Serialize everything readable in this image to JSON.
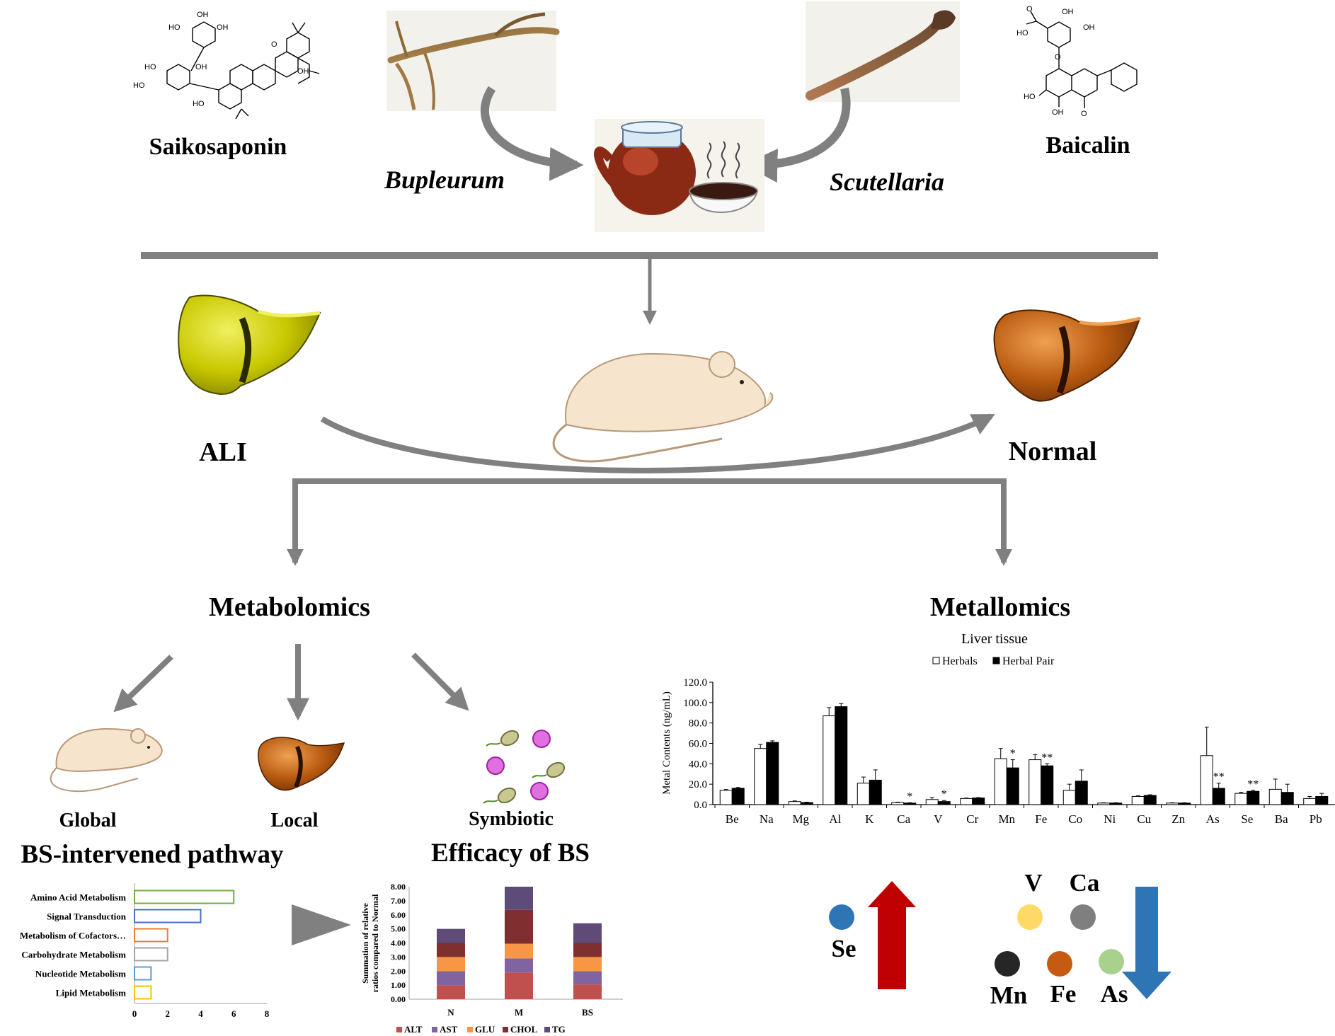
{
  "herbs": {
    "saikosaponin": "Saikosaponin",
    "bupleurum": "Bupleurum",
    "scutellaria": "Scutellaria",
    "baicalin": "Baicalin"
  },
  "states": {
    "ali": "ALI",
    "normal": "Normal"
  },
  "sections": {
    "metabolomics": "Metabolomics",
    "metallomics": "Metallomics",
    "global": "Global",
    "local": "Local",
    "symbiotic": "Symbiotic",
    "pathway_title": "BS-intervened pathway",
    "efficacy_title": "Efficacy of BS"
  },
  "molecule_labels": {
    "oh": "OH",
    "ho": "HO",
    "o": "O"
  },
  "chart_data": [
    {
      "type": "bar",
      "orientation": "horizontal",
      "title": "BS-intervened pathway",
      "categories": [
        "Amino Acid Metabolism",
        "Signal Transduction",
        "Metabolism of Cofactors…",
        "Carbohydrate Metabolism",
        "Nucleotide Metabolism",
        "Lipid Metabolism"
      ],
      "values": [
        6,
        4,
        2,
        2,
        1,
        1
      ],
      "colors": [
        "#70ad47",
        "#4472c4",
        "#ed7d31",
        "#a5a5a5",
        "#5b9bd5",
        "#ffc000"
      ],
      "xticks": [
        "0",
        "2",
        "4",
        "6",
        "8"
      ],
      "xlim": [
        0,
        8
      ],
      "grid": false
    },
    {
      "type": "bar",
      "stacked": true,
      "title": "Efficacy of BS",
      "ylabel_lines": [
        "Summation of relative",
        "ratios compared to Normal"
      ],
      "categories": [
        "N",
        "M",
        "BS"
      ],
      "series": [
        {
          "name": "ALT",
          "color": "#c0504d",
          "values": [
            1.0,
            1.9,
            1.05
          ]
        },
        {
          "name": "AST",
          "color": "#8064a2",
          "values": [
            1.0,
            1.0,
            0.95
          ]
        },
        {
          "name": "GLU",
          "color": "#f79646",
          "values": [
            1.0,
            1.05,
            1.0
          ]
        },
        {
          "name": "CHOL",
          "color": "#7f2f2f",
          "values": [
            1.0,
            2.4,
            1.0
          ]
        },
        {
          "name": "TG",
          "color": "#5f4b78",
          "values": [
            1.0,
            1.65,
            1.4
          ]
        }
      ],
      "yticks": [
        "0.00",
        "1.00",
        "2.00",
        "3.00",
        "4.00",
        "5.00",
        "6.00",
        "7.00",
        "8.00"
      ],
      "ylim": [
        0,
        8
      ],
      "legend": "bottom",
      "grid": false
    },
    {
      "type": "bar",
      "title": "Liver tissue",
      "ylabel": "Metal Contents (ng/mL)",
      "categories": [
        "Be",
        "Na",
        "Mg",
        "Al",
        "K",
        "Ca",
        "V",
        "Cr",
        "Mn",
        "Fe",
        "Co",
        "Ni",
        "Cu",
        "Zn",
        "As",
        "Se",
        "Ba",
        "Pb"
      ],
      "series": [
        {
          "name": "Herbals",
          "fill": "#ffffff",
          "values": [
            14,
            55,
            3,
            87,
            21,
            2,
            5,
            6,
            45,
            44,
            14,
            1.5,
            8,
            1.5,
            48,
            11,
            15,
            6
          ],
          "errors": [
            0.8,
            4,
            0.6,
            8,
            6,
            0.4,
            2,
            0.4,
            10,
            5,
            6,
            0.3,
            0.6,
            0.3,
            28,
            1,
            10,
            2
          ]
        },
        {
          "name": "Herbal Pair",
          "fill": "#000000",
          "values": [
            16,
            61,
            2,
            96,
            24,
            1.5,
            3,
            6.5,
            36,
            38,
            23,
            1.5,
            9,
            1.5,
            16,
            13,
            12,
            8
          ],
          "errors": [
            0.8,
            1.5,
            0.4,
            3,
            10,
            0.3,
            1,
            0.4,
            8,
            2,
            11,
            0.3,
            0.6,
            0.3,
            5,
            1,
            8,
            3
          ]
        }
      ],
      "significance": {
        "Ca": "*",
        "V": "*",
        "Mn": "*",
        "Fe": "**",
        "As": "**",
        "Se": "**"
      },
      "yticks": [
        "0.0",
        "20.0",
        "40.0",
        "60.0",
        "80.0",
        "100.0",
        "120.0"
      ],
      "ylim": [
        0,
        120
      ],
      "legend": "top",
      "grid": false
    }
  ],
  "elements": {
    "increased": [
      {
        "symbol": "Se",
        "color": "#2e75b6"
      }
    ],
    "decreased": [
      {
        "symbol": "V",
        "color": "#ffd966"
      },
      {
        "symbol": "Ca",
        "color": "#7f7f7f"
      },
      {
        "symbol": "Mn",
        "color": "#262626"
      },
      {
        "symbol": "Fe",
        "color": "#c55a11"
      },
      {
        "symbol": "As",
        "color": "#a9d18e"
      }
    ],
    "up_arrow_color": "#c00000",
    "down_arrow_color": "#2e75b6"
  },
  "colors": {
    "connector": "#808080",
    "liver_ali": "#c8c800",
    "liver_normal": "#b85a10",
    "rat_body": "#f6e4cc"
  }
}
